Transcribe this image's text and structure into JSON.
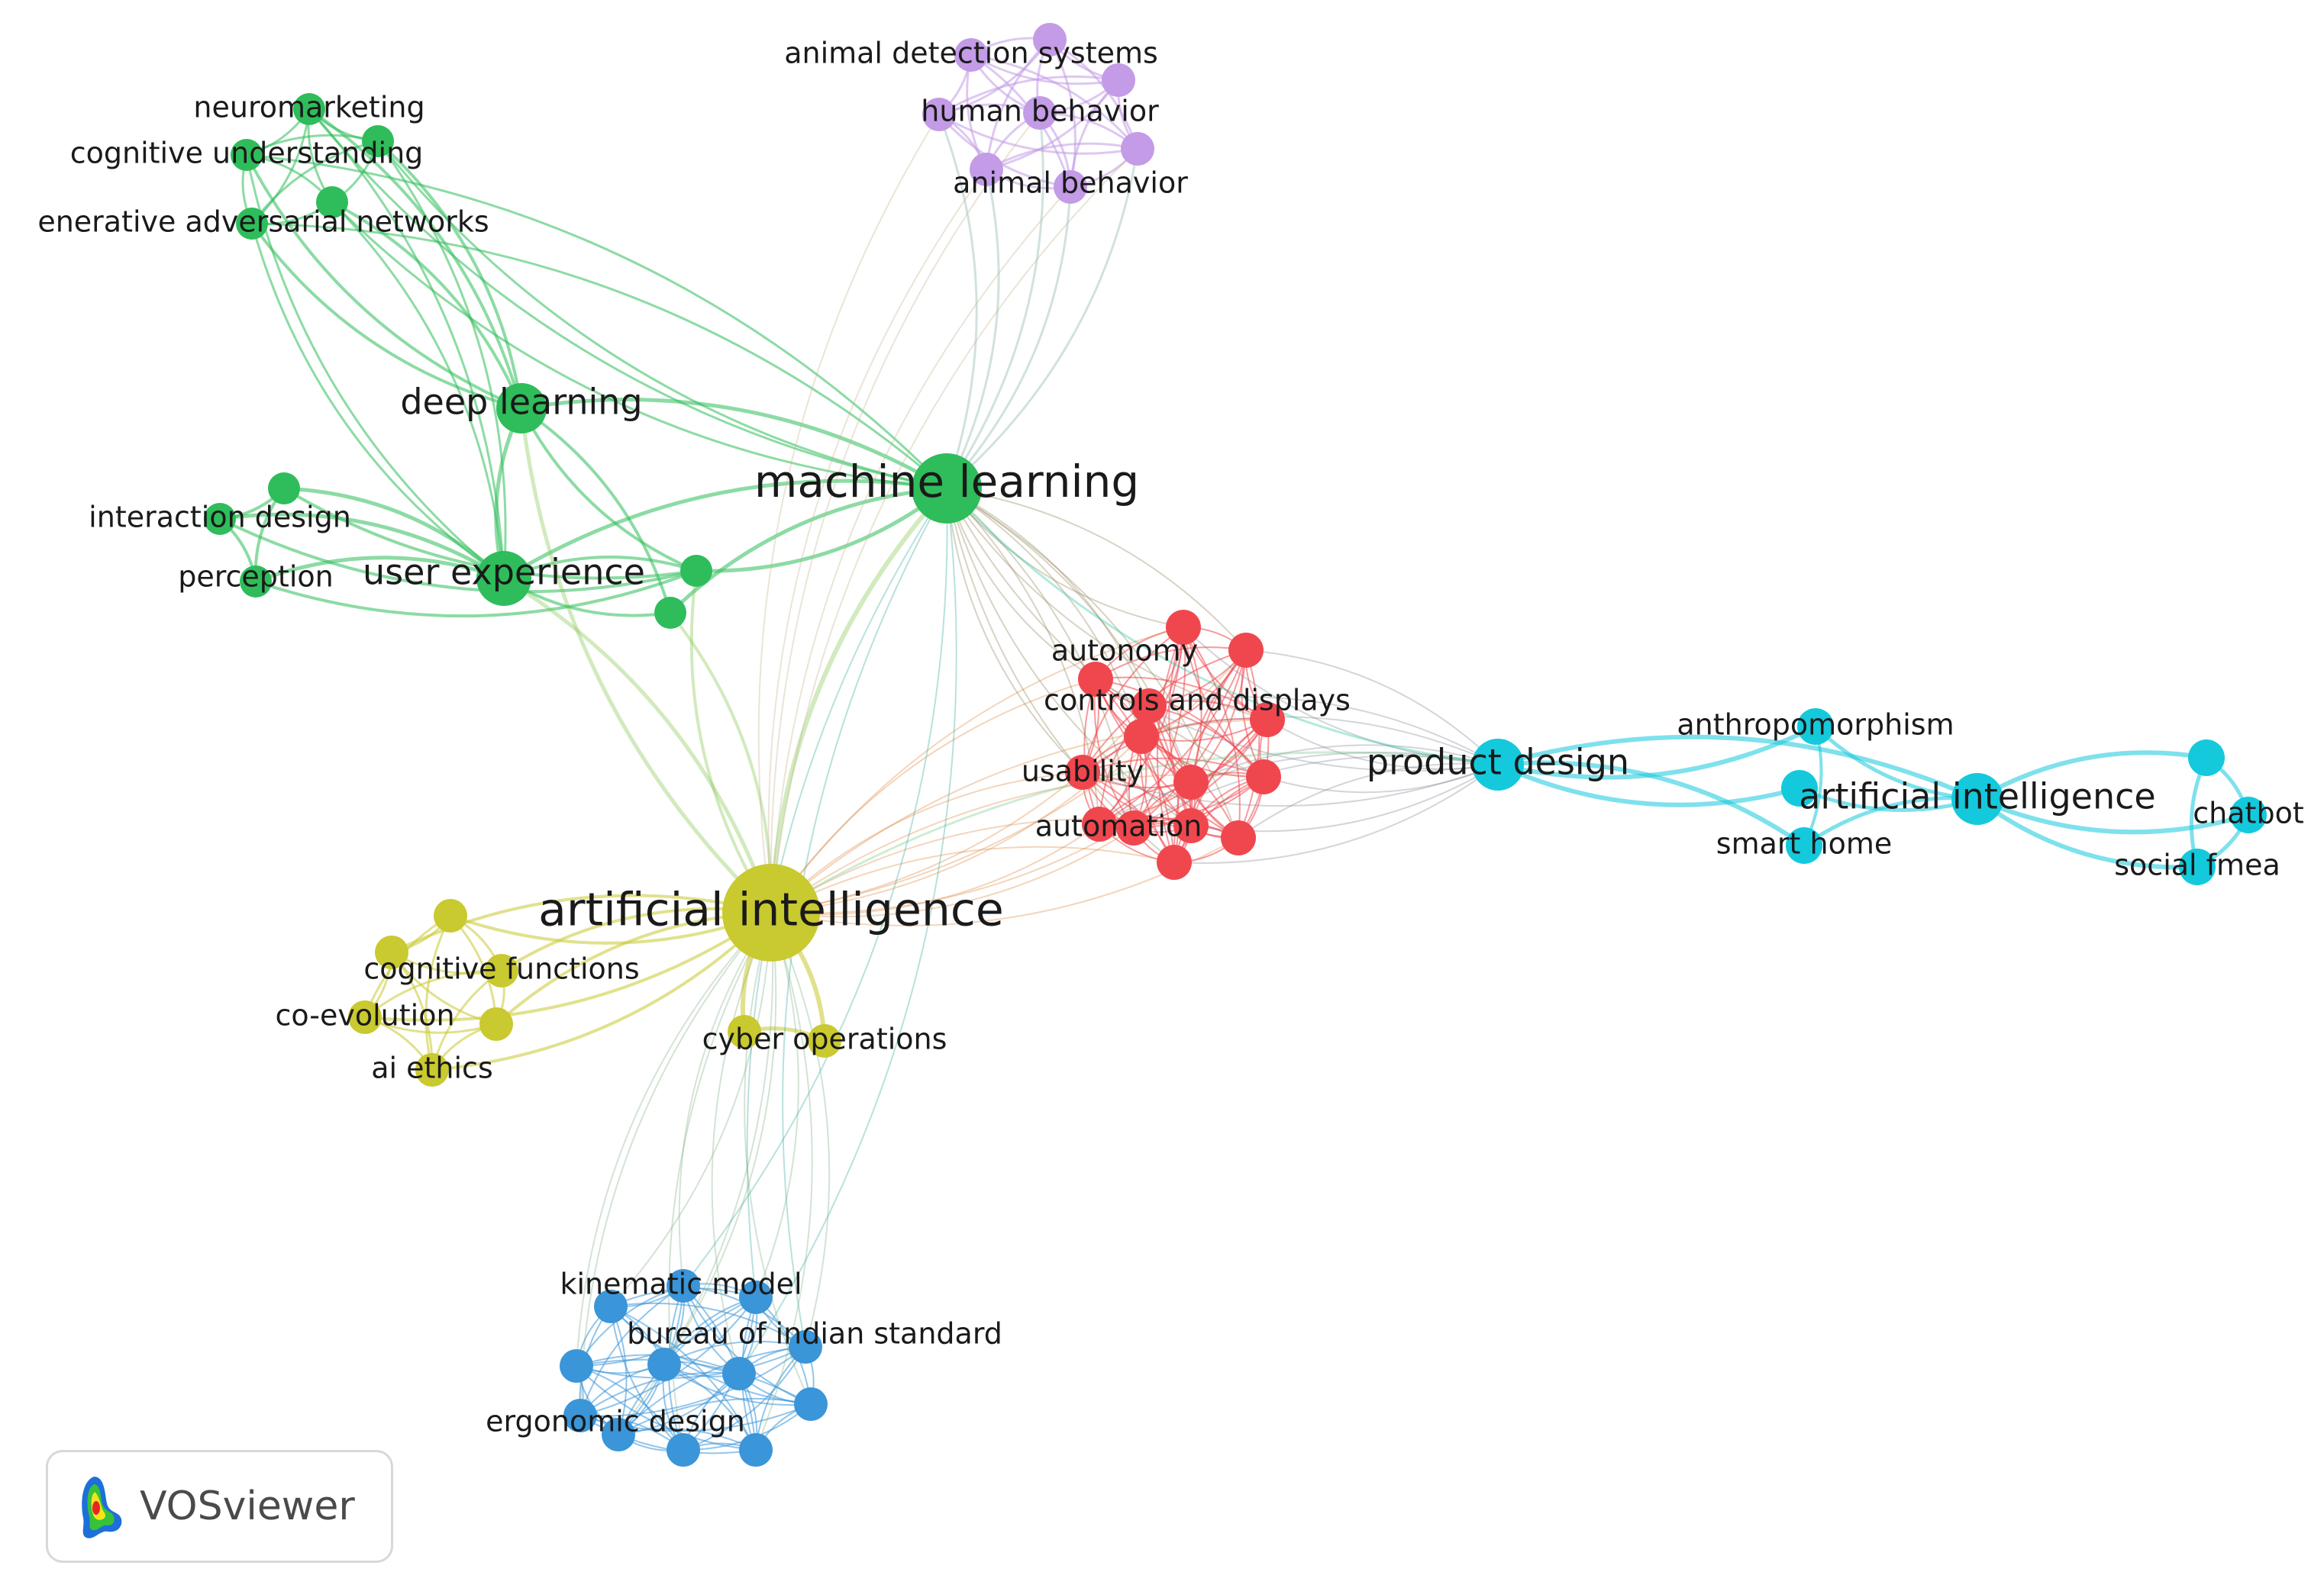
{
  "brand": {
    "name": "VOSviewer",
    "icon": "vosviewer-logo-icon"
  },
  "colors": {
    "green": "#2ebd5a",
    "purple": "#c39be6",
    "red": "#f0474f",
    "cyan": "#14c9dc",
    "yellow": "#c9c930",
    "blue": "#3a95d9"
  },
  "clusters": [
    {
      "name": "green",
      "color": "#2ebd5a",
      "labeled_nodes": [
        "deep learning",
        "machine learning",
        "user experience",
        "neuromarketing",
        "cognitive understanding",
        "enerative adversarial networks",
        "interaction design",
        "perception"
      ]
    },
    {
      "name": "purple",
      "color": "#c39be6",
      "labeled_nodes": [
        "animal detection systems",
        "human behavior",
        "animal behavior"
      ]
    },
    {
      "name": "red",
      "color": "#f0474f",
      "labeled_nodes": [
        "autonomy",
        "controls and displays",
        "usability",
        "automation"
      ]
    },
    {
      "name": "cyan",
      "color": "#14c9dc",
      "labeled_nodes": [
        "product design",
        "anthropomorphism",
        "artificial intelligence",
        "smart home",
        "chatbot",
        "social fmea"
      ]
    },
    {
      "name": "yellow",
      "color": "#c9c930",
      "labeled_nodes": [
        "artificial intelligence",
        "cognitive functions",
        "co-evolution",
        "ai ethics",
        "cyber operations"
      ]
    },
    {
      "name": "blue",
      "color": "#3a95d9",
      "labeled_nodes": [
        "kinematic model",
        "bureau of indian standard",
        "ergonomic design"
      ]
    }
  ],
  "labels": {
    "deep_learning": "deep learning",
    "machine_learning": "machine learning",
    "user_experience": "user experience",
    "neuromarketing": "neuromarketing",
    "cognitive_understanding": "cognitive understanding",
    "gan": "enerative adversarial networks",
    "interaction_design": "interaction design",
    "perception": "perception",
    "animal_detection_systems": "animal detection systems",
    "human_behavior": "human behavior",
    "animal_behavior": "animal behavior",
    "autonomy": "autonomy",
    "controls_and_displays": "controls and displays",
    "usability": "usability",
    "automation": "automation",
    "product_design": "product design",
    "anthropomorphism": "anthropomorphism",
    "ai_cyan": "artificial intelligence",
    "smart_home": "smart home",
    "chatbot": "chatbot",
    "social_fmea": "social fmea",
    "ai_main": "artificial intelligence",
    "cognitive_functions": "cognitive functions",
    "co_evolution": "co-evolution",
    "ai_ethics": "ai ethics",
    "cyber_operations": "cyber operations",
    "kinematic_model": "kinematic model",
    "bureau_of_indian_standard": "bureau of indian standard",
    "ergonomic_design": "ergonomic design"
  }
}
